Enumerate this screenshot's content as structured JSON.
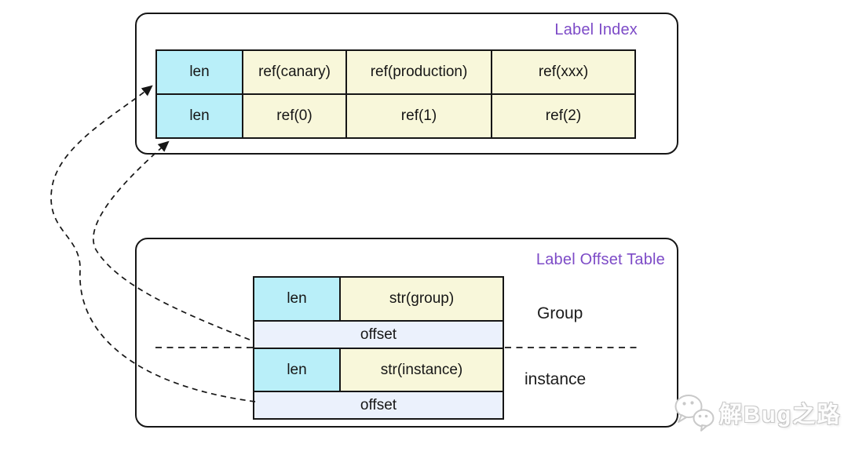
{
  "label_index": {
    "title": "Label Index",
    "rows": [
      [
        "len",
        "ref(canary)",
        "ref(production)",
        "ref(xxx)"
      ],
      [
        "len",
        "ref(0)",
        "ref(1)",
        "ref(2)"
      ]
    ]
  },
  "label_offset_table": {
    "title": "Label Offset Table",
    "groups": [
      {
        "len": "len",
        "value": "str(group)",
        "offset": "offset",
        "label": "Group"
      },
      {
        "len": "len",
        "value": "str(instance)",
        "offset": "offset",
        "label": "instance"
      }
    ]
  },
  "connections": [
    {
      "from": "group-offset",
      "to": "label-index-row-2-len"
    },
    {
      "from": "instance-offset",
      "to": "label-index-row-1-len"
    }
  ],
  "watermark": {
    "text": "解Bug之路",
    "icon": "wechat-icon"
  },
  "colors": {
    "ink": "#161616",
    "accent": "#7d4bc7",
    "cell_cyan": "#b9eff9",
    "cell_yellow": "#f8f7da",
    "cell_blue": "#ebf1fc",
    "watermark_gray": "#c9c9c9"
  }
}
